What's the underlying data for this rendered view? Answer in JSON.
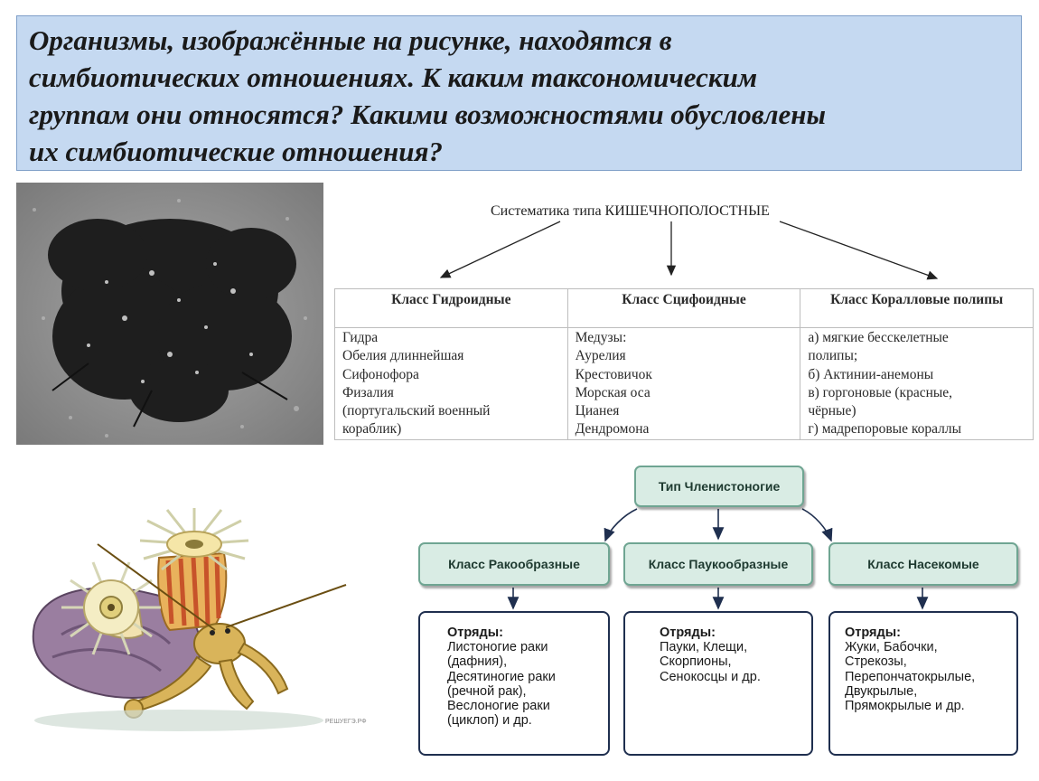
{
  "question": {
    "lines": [
      "Организмы, изображённые на рисунке, находятся в",
      "симбиотических отношениях. К каким таксономическим",
      "группам они относятся? Какими возможностями обусловлены",
      "их симбиотические отношения?"
    ]
  },
  "illustration": {
    "watermark": "РЕШУЕГЭ.РФ"
  },
  "cnidaria": {
    "title": "Систематика типа КИШЕЧНОПОЛОСТНЫЕ",
    "columns": [
      {
        "header": "Класс Гидроидные",
        "items": [
          "Гидра",
          "Обелия длиннейшая",
          "Сифонофора",
          "Физалия",
          "(португальский военный",
          "кораблик)"
        ]
      },
      {
        "header": "Класс Сцифоидные",
        "items": [
          "Медузы:",
          "Аурелия",
          "Крестовичок",
          "Морская оса",
          "Цианея",
          "Дендромона"
        ]
      },
      {
        "header": "Класс Коралловые полипы",
        "items": [
          "а) мягкие бесскелетные",
          "полипы;",
          "б) Актинии-анемоны",
          "в) горгоновые (красные,",
          "чёрные)",
          "г) мадрепоровые кораллы"
        ]
      }
    ]
  },
  "arthropoda": {
    "type_label": "Тип Членистоногие",
    "classes": [
      {
        "label": "Класс Ракообразные",
        "orders_heading": "Отряды:",
        "orders": [
          "Листоногие раки",
          "(дафния),",
          "Десятиногие раки",
          "(речной рак),",
          "Веслоногие раки",
          "(циклоп) и др."
        ]
      },
      {
        "label": "Класс Паукообразные",
        "orders_heading": "Отряды:",
        "orders": [
          "Пауки, Клещи,",
          "Скорпионы,",
          "Сенокосцы и др."
        ]
      },
      {
        "label": "Класс Насекомые",
        "orders_heading": "Отряды:",
        "orders": [
          "Жуки, Бабочки,",
          "Стрекозы,",
          "Перепончатокрылые,",
          "Двукрылые,",
          "Прямокрылые и др."
        ]
      }
    ],
    "colors": {
      "box_fill": "#d9ece4",
      "box_border": "#6fa592",
      "list_border": "#1f2f4f"
    }
  }
}
